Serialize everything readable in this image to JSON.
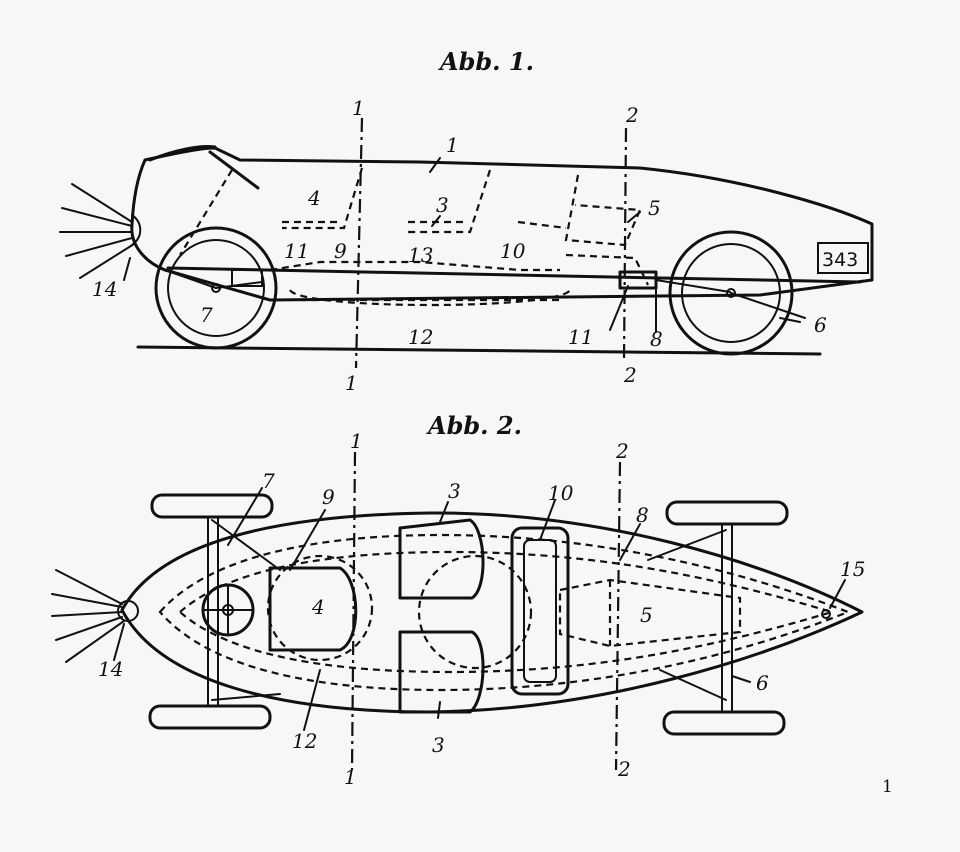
{
  "figure1": {
    "title": "Abb. 1.",
    "plate": "343",
    "labels": {
      "section1_top": "1",
      "section1_bottom": "1",
      "section2_top": "2",
      "section2_bottom": "2",
      "body": "1",
      "seat_front": "4",
      "seat_rear": "3",
      "engine": "5",
      "rear_axle": "6",
      "front_wheel": "7",
      "transmission": "8",
      "steering": "9",
      "frame_center": "10",
      "shaft_front": "11",
      "shaft_rear": "11",
      "frame_bottom": "12",
      "frame_top": "13",
      "headlights": "14"
    }
  },
  "figure2": {
    "title": "Abb. 2.",
    "labels": {
      "section1_top": "1",
      "section1_bottom": "1",
      "section2_top": "2",
      "section2_bottom": "2",
      "front_wheel": "7",
      "steering": "9",
      "seat_top": "3",
      "seat_bottom": "3",
      "frame_center": "10",
      "transmission": "8",
      "tail": "15",
      "driver_seat": "4",
      "engine": "5",
      "rear_axle": "6",
      "headlights": "14",
      "frame_bottom": "12"
    }
  },
  "page_number": "1"
}
